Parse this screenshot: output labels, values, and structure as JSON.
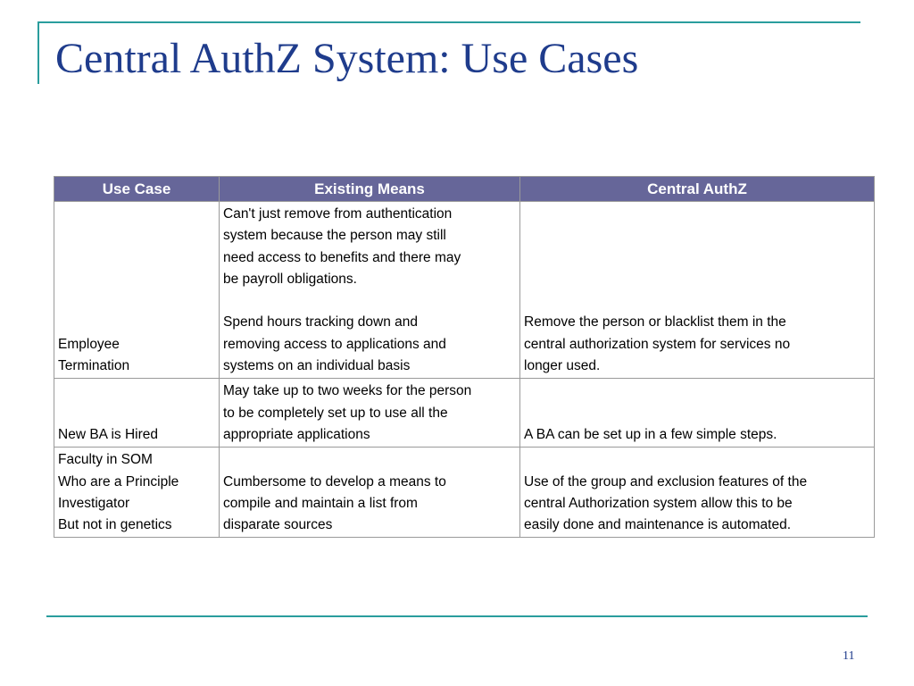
{
  "slide": {
    "title": "Central AuthZ System: Use Cases",
    "page_number": "11",
    "colors": {
      "accent": "#2a9d9d",
      "title": "#1f3c8c",
      "header_bg": "#666699"
    }
  },
  "table": {
    "headers": [
      "Use Case",
      "Existing Means",
      "Central AuthZ"
    ],
    "rows": [
      [
        "Employee\nTermination",
        "Can't just remove from authentication\nsystem because the person may still\nneed access to benefits and there may\nbe payroll obligations.\n\nSpend hours tracking down and\nremoving access to applications and\nsystems on an individual basis",
        "Remove the person or blacklist them in the\ncentral authorization system for services no\nlonger used."
      ],
      [
        "New BA is Hired",
        "May take up to two weeks for the person\nto be completely set up to use all the\nappropriate applications",
        "A BA can be set up in a few simple steps."
      ],
      [
        "Faculty in SOM\nWho are a Principle\nInvestigator\nBut not in genetics",
        "Cumbersome to develop a means to\ncompile and maintain a list from\ndisparate sources",
        "Use of the group and exclusion features of the\ncentral Authorization system allow this to be\neasily done and maintenance is automated."
      ]
    ]
  }
}
